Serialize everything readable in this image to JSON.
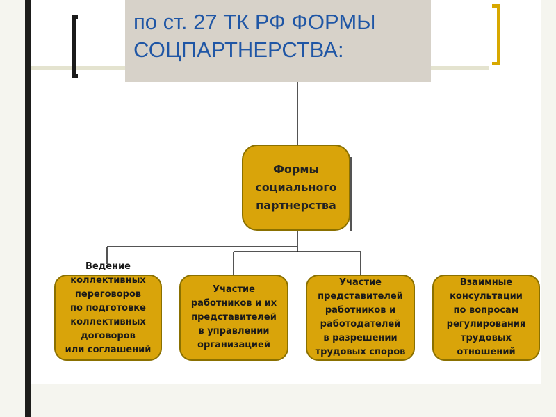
{
  "title": {
    "line1": "по ст. 27 ТК РФ ФОРМЫ",
    "line2": "СОЦПАРТНЕРСТВА:"
  },
  "diagram": {
    "root": "Формы\nсоциального\nпартнерства",
    "children": [
      {
        "text": "Ведение\nколлективных\nпереговоров\nпо подготовке\nколлективных\nдоговоров\nили соглашений"
      },
      {
        "text": "Участие\nработников и их\nпредставителей\nв управлении\nорганизацией"
      },
      {
        "text": "Участие\nпредставителей\nработников и\nработодателей\nв разрешении\nтрудовых споров"
      },
      {
        "text": "Взаимные\nконсультации\nпо вопросам\nрегулирования\nтрудовых\nотношений"
      }
    ]
  },
  "colors": {
    "node_fill": "#d9a40a",
    "title_text": "#1f56a5",
    "title_bg": "#d7d2c9",
    "accent_bracket": "#d8a800"
  }
}
